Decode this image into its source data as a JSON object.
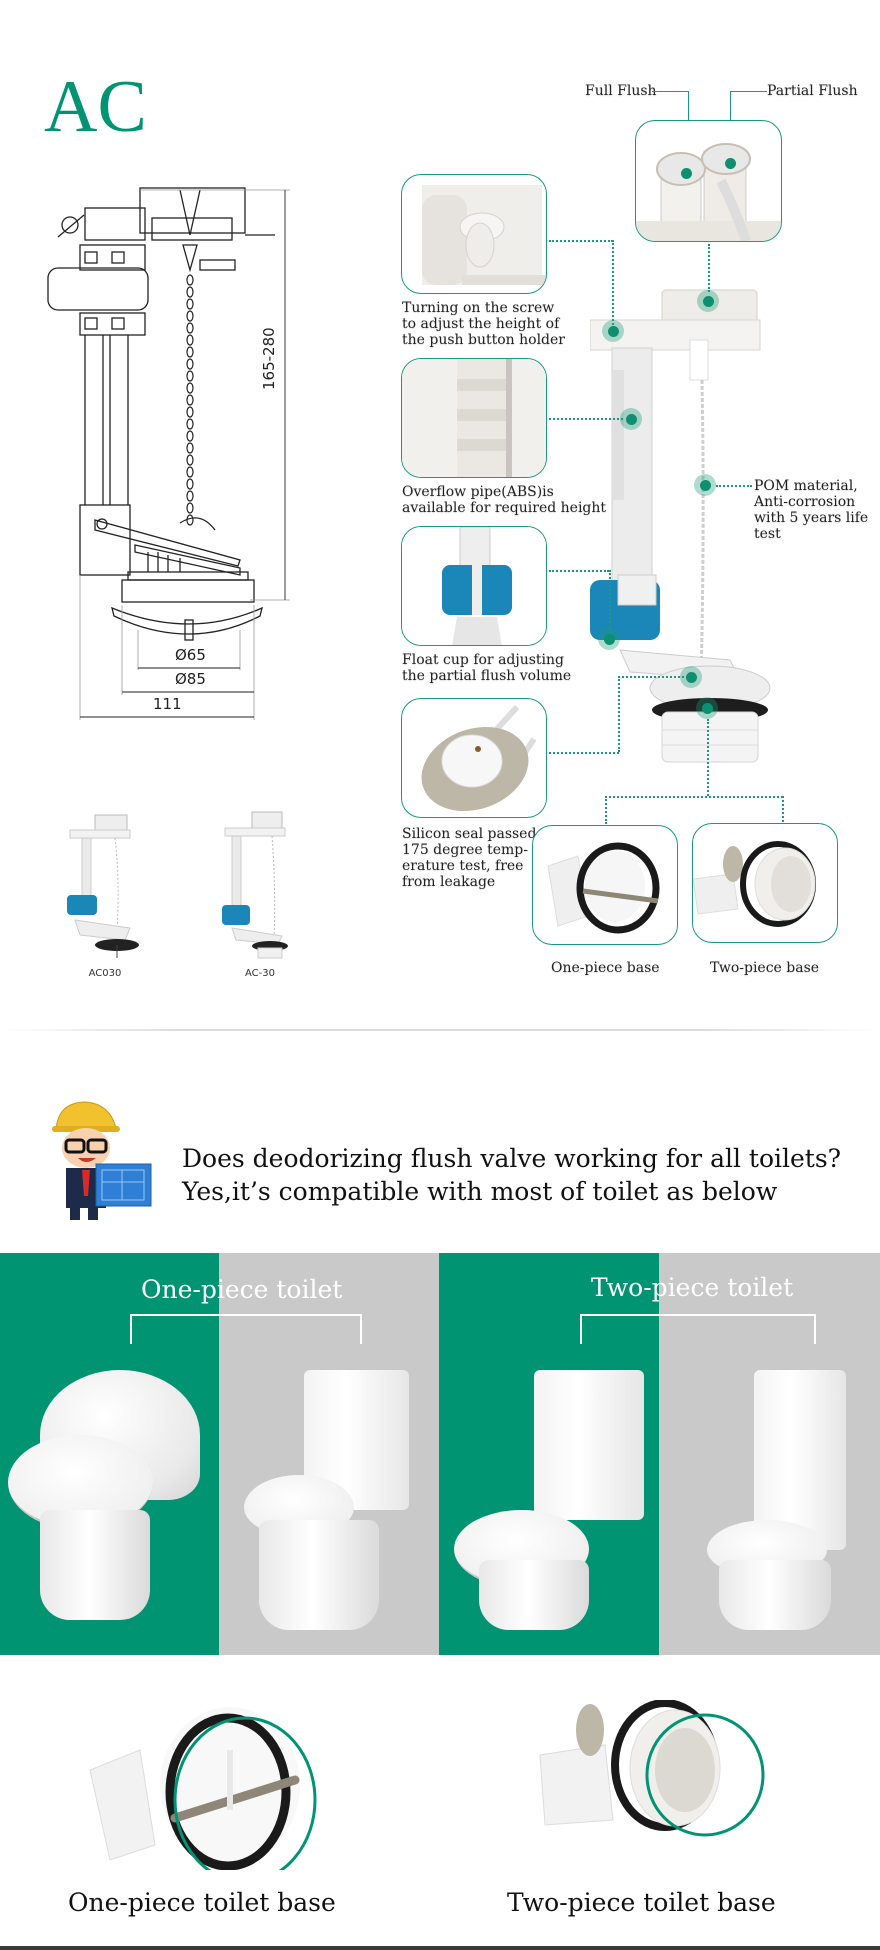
{
  "header": {
    "brand": "AC"
  },
  "drawing": {
    "dimensions": {
      "height": "165-280",
      "inner_dia": "Ø65",
      "outer_dia": "Ø85",
      "width": "111"
    }
  },
  "variants": [
    {
      "label": "AC030"
    },
    {
      "label": "AC-30"
    }
  ],
  "diagram": {
    "buttons": {
      "full_flush": "Full Flush",
      "partial_flush": "Partial Flush"
    },
    "callouts": [
      {
        "text": "Turning on the screw\nto adjust the height of\nthe push button holder"
      },
      {
        "text": "Overflow pipe(ABS)is\navailable for required height"
      },
      {
        "text": "Float cup for adjusting\nthe partial flush volume"
      },
      {
        "text": "Silicon seal passed\n175 degree temp-\nerature test, free\nfrom leakage"
      }
    ],
    "chain_note": "POM material,\nAnti-corrosion\nwith 5 years life\ntest",
    "bases": [
      {
        "label": "One-piece base"
      },
      {
        "label": "Two-piece base"
      }
    ]
  },
  "compat": {
    "question": "Does deodorizing flush valve working for all toilets?",
    "answer": "Yes,it’s compatible with most of toilet as below"
  },
  "toilets": {
    "one_piece_label": "One-piece toilet",
    "two_piece_label": "Two-piece toilet",
    "colors": {
      "green": "#009473",
      "gray": "#c9c9c9"
    }
  },
  "toilet_bases": [
    {
      "label": "One-piece toilet base"
    },
    {
      "label": "Two-piece toilet base"
    }
  ],
  "colors": {
    "accent": "#009473",
    "outline": "#1a9a7c",
    "float_blue": "#1b86b8"
  }
}
